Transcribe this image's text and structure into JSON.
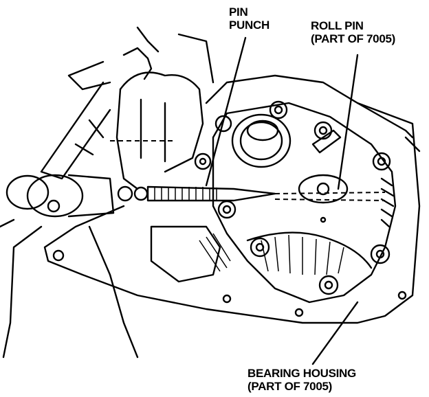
{
  "labels": {
    "pin_punch": [
      "PIN",
      "PUNCH"
    ],
    "roll_pin": [
      "ROLL PIN",
      "(PART OF 7005)"
    ],
    "bearing_housing": [
      "BEARING HOUSING",
      "(PART OF 7005)"
    ]
  }
}
